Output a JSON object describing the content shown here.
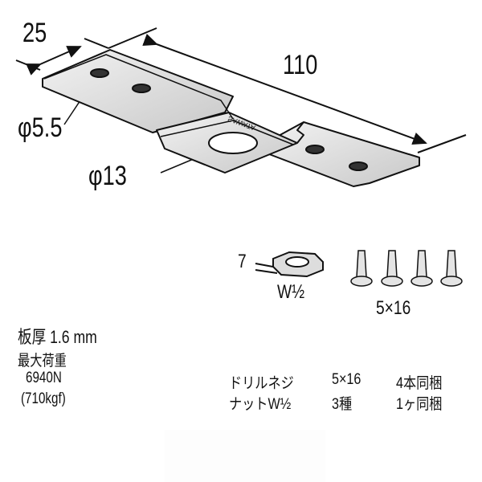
{
  "bracket": {
    "width_dim": "25",
    "length_dim": "110",
    "small_hole": "φ5.5",
    "large_hole": "φ13",
    "stamp": "SAWATA"
  },
  "hardware": {
    "nut_size_num": "7",
    "nut_label": "W½",
    "screw_label": "5×16"
  },
  "specs": {
    "thickness": "板厚 1.6 mm",
    "max_load_label": "最大荷重",
    "max_load_n": "6940N",
    "max_load_kgf": "(710kgf)"
  },
  "contents": [
    {
      "item": "ドリルネジ",
      "size": "5×16",
      "qty": "4本同梱"
    },
    {
      "item": "ナットW½",
      "size": "3種",
      "qty": "1ヶ同梱"
    }
  ],
  "colors": {
    "metal": "#d9d9d9",
    "line": "#111111"
  }
}
